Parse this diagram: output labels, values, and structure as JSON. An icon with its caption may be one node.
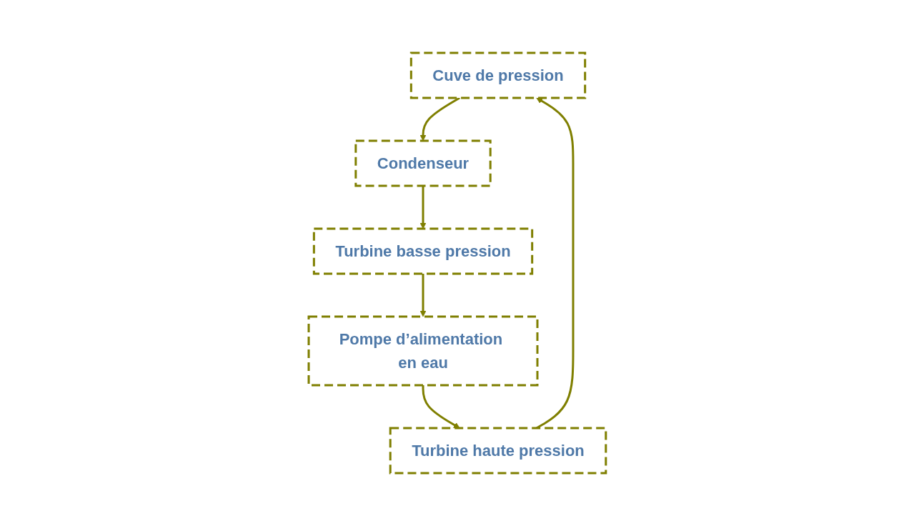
{
  "diagram": {
    "nodes": [
      {
        "text": [
          "Cuve de pression"
        ]
      },
      {
        "text": [
          "Condenseur"
        ]
      },
      {
        "text": [
          "Turbine haute pression"
        ]
      },
      {
        "text": [
          "Turbine basse pression"
        ]
      },
      {
        "text": [
          "Pompe d’alimentation en eau"
        ]
      }
    ],
    "edges": [
      {
        "from": 0,
        "to": 1,
        "arrow": "to"
      },
      {
        "from": 1,
        "to": 3,
        "arrow": "to"
      },
      {
        "from": 3,
        "to": 4,
        "arrow": "to"
      },
      {
        "from": 4,
        "to": 2,
        "arrow": "to"
      },
      {
        "from": 2,
        "to": 0,
        "arrow": "to"
      }
    ]
  }
}
